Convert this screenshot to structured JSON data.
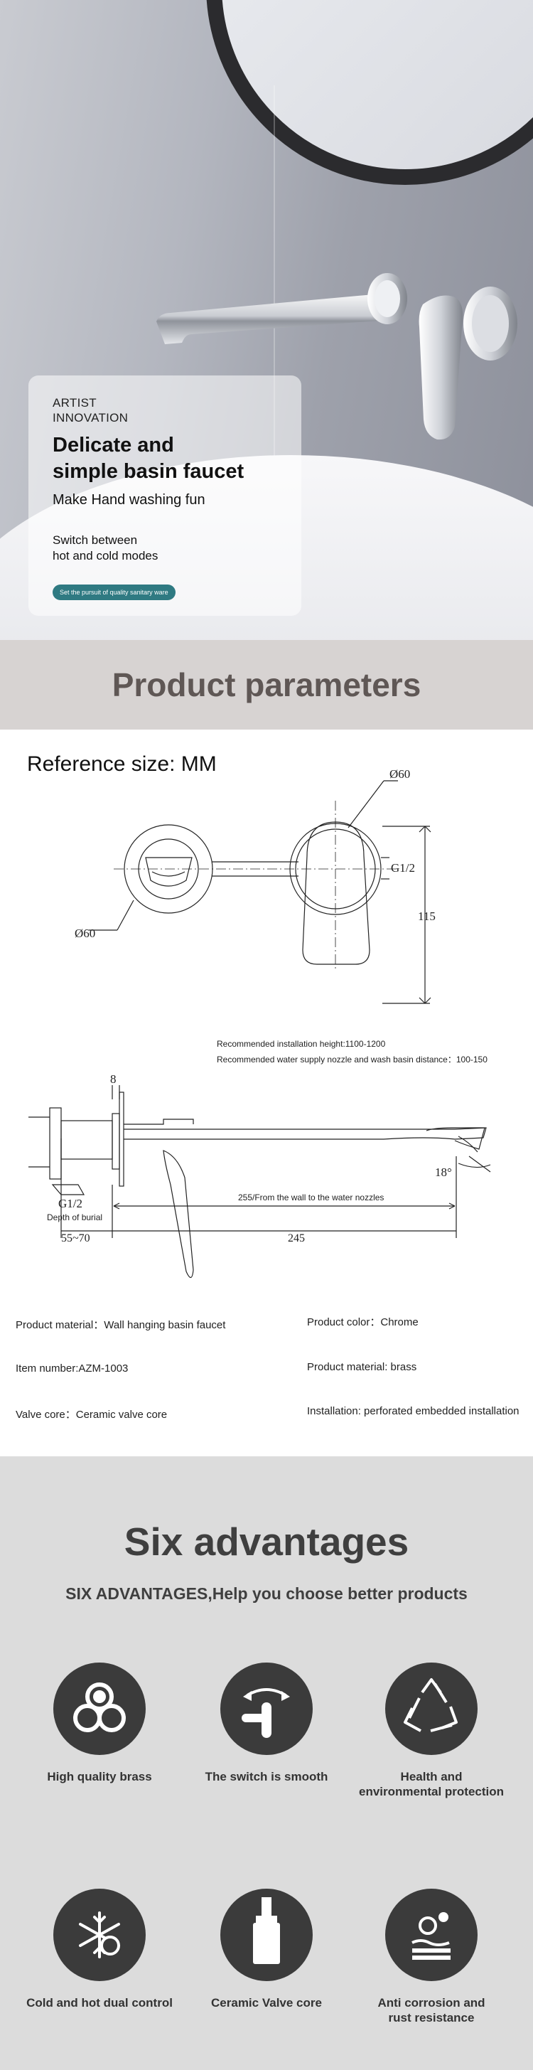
{
  "hero": {
    "kicker_line1": "ARTIST",
    "kicker_line2": "INNOVATION",
    "headline_line1": "Delicate and",
    "headline_line2": "simple basin faucet",
    "tagline": "Make Hand washing fun",
    "switch_line1": "Switch between",
    "switch_line2": "hot and cold modes",
    "pill": "Set the pursuit of quality sanitary ware"
  },
  "parameters": {
    "title": "Product parameters",
    "reference_size": "Reference size: MM",
    "dims": {
      "dia_top": "Ø60",
      "dia_left": "Ø60",
      "g_thread_front": "G1/2",
      "height_115": "115",
      "depth_8": "8",
      "g_thread_side": "G1/2",
      "depth_of_burial": "Depth of burial",
      "range_55_70": "55~70",
      "length_245": "245",
      "angle": "18°",
      "wall_to_nozzle": "255/From the wall to the water nozzles"
    },
    "install_height": "Recommended installation height:1100-1200",
    "install_distance": "Recommended water supply nozzle and wash basin distance：100-150",
    "specs": {
      "material_left": "Product material：Wall hanging basin faucet",
      "color": "Product color：Chrome",
      "item_number": "Item number:AZM-1003",
      "material_right": "Product material: brass",
      "valve_core": "Valve core：Ceramic valve core",
      "installation": "Installation: perforated embedded installation"
    }
  },
  "advantages": {
    "title": "Six advantages",
    "subtitle": "SIX ADVANTAGES,Help you choose better products",
    "items": [
      {
        "label_line1": "High quality brass",
        "label_line2": "",
        "icon": "brass-pipes-icon"
      },
      {
        "label_line1": "The switch is smooth",
        "label_line2": "",
        "icon": "lever-rotate-icon"
      },
      {
        "label_line1": "Health and",
        "label_line2": "environmental protection",
        "icon": "recycle-icon"
      },
      {
        "label_line1": "Cold and hot dual control",
        "label_line2": "",
        "icon": "snowflake-sun-icon"
      },
      {
        "label_line1": "Ceramic Valve core",
        "label_line2": "",
        "icon": "valve-core-icon"
      },
      {
        "label_line1": "Anti corrosion and",
        "label_line2": "rust resistance",
        "icon": "water-drops-icon"
      }
    ]
  },
  "colors": {
    "accent_teal": "#2f7a82",
    "band_gray": "#d7d3d2",
    "title_brown": "#5f5755",
    "icon_dark": "#3b3b3b"
  }
}
